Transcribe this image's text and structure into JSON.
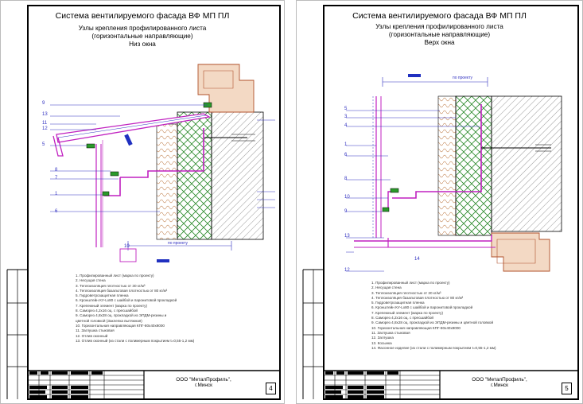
{
  "sheets": [
    {
      "title": "Система вентилируемого фасада ВФ МП ПЛ",
      "subtitle_1": "Узлы крепления профилированного листа",
      "subtitle_2": "(горизонтальные направляющие)",
      "subtitle_3": "Низ окна",
      "dim_label": "по проекту",
      "legend": [
        "1. Профилированный лист (марка по проекту)",
        "2. Несущая стена",
        "3. Теплоизоляция плотностью от 30 кг/м³",
        "4. Теплоизоляция базальтовая плотностью от 80 кг/м³",
        "5. Гидроветрозащитная пленка",
        "6. Кронштейн КУ-Lx80 с шайбой и паронитовой прокладкой",
        "7. Крепежный элемент (марка по проекту)",
        "8. Саморез 4,2х16 оц. с пресшайбой",
        "9. Саморез 4,8х28 оц. прокладкой из ЭПДМ-резины и",
        "    цветной головкой (Заклепка вытяжная)",
        "10. Горизонтальная направляющая КПГ-80х40х9000",
        "11. Заглушка стыковая",
        "12. Отлив оконный",
        "13. Отлив оконный (из стали с полимерным покрытием t=0,55-1,2 мм)"
      ],
      "company_1": "ООО \"МеталПрофиль\",",
      "company_2": "г.Минск",
      "page_number": "4"
    },
    {
      "title": "Система вентилируемого фасада ВФ МП ПЛ",
      "subtitle_1": "Узлы крепления профилированного листа",
      "subtitle_2": "(горизонтальные направляющие)",
      "subtitle_3": "Верх окна",
      "dim_label": "по проекту",
      "legend": [
        "1. Профилированный лист (марка по проекту)",
        "2. Несущая стена",
        "3. Теплоизоляция плотностью от 30 кг/м³",
        "4. Теплоизоляция базальтовая плотностью от 80 кг/м³",
        "5. Гидроветрозащитная пленка",
        "6. Кронштейн КУ-Lx80 с шайбой и паронитовой прокладкой",
        "7. Крепежный элемент (марка по проекту)",
        "8. Саморез 4,2х16 оц. с пресшайбой",
        "9. Саморез 4,8х28 оц. прокладкой из ЭПДМ-резины и цветной головкой",
        "10. Горизонтальная направляющая КПГ-80х40х9000",
        "11. Заглушка стыковая",
        "12. Заглушка",
        "13. Косынка",
        "14. Фасонное изделие (из стали с полимерным покрытием t=0,55-1,2 мм)"
      ],
      "company_1": "ООО \"МеталПрофиль\",",
      "company_2": "г.Минск",
      "page_number": "5"
    }
  ],
  "left_callouts": [
    "9",
    "13",
    "11",
    "12",
    "5",
    "8",
    "7",
    "1",
    "6",
    "10"
  ],
  "right_callouts": [
    "5",
    "3",
    "4",
    "1",
    "6",
    "8",
    "10",
    "9",
    "13",
    "12",
    "14"
  ]
}
